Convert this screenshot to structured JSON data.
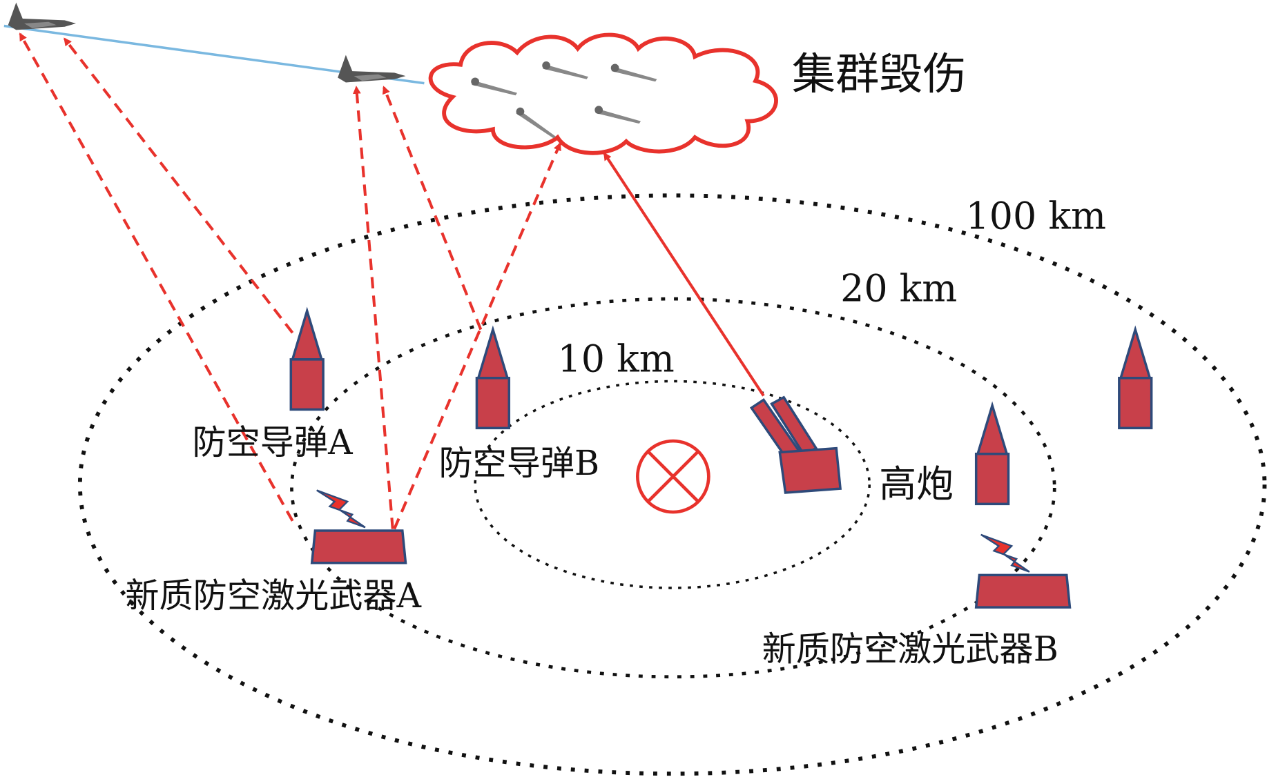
{
  "title_label": "集群毁伤",
  "ranges": [
    "100 km",
    "20 km",
    "10 km"
  ],
  "units": {
    "missile_a": "防空导弹A",
    "missile_b": "防空导弹B",
    "aa_gun": "高炮",
    "laser_a": "新质防空激光武器A",
    "laser_b": "新质防空激光武器B"
  },
  "colors": {
    "unit_fill": "#c8404a",
    "unit_stroke": "#2e4a7a",
    "engagement": "#e8322c",
    "flight_path": "#7ab8e0",
    "range_ring": "#111111"
  }
}
